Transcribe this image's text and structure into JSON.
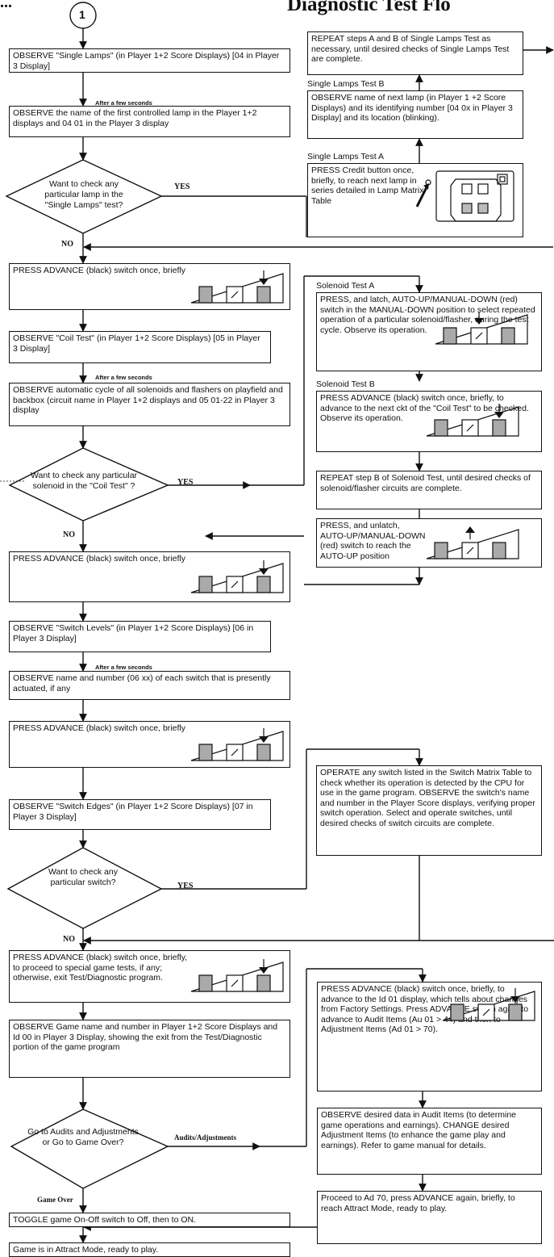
{
  "header": {
    "left_partial": "...",
    "right_title": "Diagnostic Test Flo",
    "start_connector": "1"
  },
  "boxes": {
    "b1": "OBSERVE \"Single Lamps\" (in Player 1+2 Score Displays) [04 in Player 3 Display]",
    "b2": "OBSERVE the name of the first controlled lamp in the Player 1+2 displays and 04  01 in the Player 3 display",
    "b3": "PRESS ADVANCE (black) switch once, briefly",
    "b4": "OBSERVE \"Coil Test\" (in Player 1+2 Score Displays) [05 in Player 3 Display]",
    "b5": "OBSERVE automatic cycle of all solenoids and flashers on playfield and backbox (circuit name in Player 1+2 displays and 05  01-22 in Player 3 display",
    "b6": "PRESS ADVANCE (black) switch once, briefly",
    "b7": "OBSERVE \"Switch Levels\" (in Player 1+2 Score Displays) [06 in Player 3 Display]",
    "b8": "OBSERVE name and number (06  xx) of each switch that is presently actuated, if any",
    "b9": "PRESS ADVANCE (black) switch once, briefly",
    "b10": "OBSERVE \"Switch Edges\" (in Player 1+2 Score Displays) [07 in Player 3 Display]",
    "b11": "PRESS ADVANCE (black) switch once, briefly, to proceed to special game tests, if any; otherwise, exit Test/Diagnostic program.",
    "b12": "OBSERVE Game name and number in Player 1+2 Score Displays and Id  00 in Player 3 Display, showing the exit from the Test/Diagnostic portion of the game program",
    "b13": "TOGGLE game On-Off switch to Off, then to ON.",
    "b14": "Game is in Attract Mode, ready to play.",
    "r1": "REPEAT steps A and B of Single Lamps Test as necessary, until desired checks of Single Lamps Test are complete.",
    "r2": "OBSERVE name of next lamp (in Player 1 +2 Score Displays) and its identifying number [04  0x in Player 3 Display] and its location (blinking).",
    "r3": "PRESS Credit button once, briefly, to reach next lamp in series detailed in Lamp Matrix Table",
    "r4": "PRESS, and latch, AUTO-UP/MANUAL-DOWN (red) switch in the MANUAL-DOWN position to select repeated operation of a particular solenoid/flasher, during the test cycle. Observe its operation.",
    "r5": "PRESS ADVANCE (black) switch once, briefly, to advance to the next ckt of the \"Coil Test\" to be checked.  Observe its operation.",
    "r6": "REPEAT step B of Solenoid Test, until desired checks of solenoid/flasher circuits are complete.",
    "r7": "PRESS, and unlatch, AUTO-UP/MANUAL-DOWN (red) switch to reach the AUTO-UP position",
    "r8": "OPERATE any switch listed in the Switch Matrix Table to check whether its operation is detected by the CPU for use in the game program.  OBSERVE the switch's name and number in the Player Score displays, verifying proper switch operation.  Select and operate switches, until desired checks of switch circuits are complete.",
    "r9": "PRESS ADVANCE (black) switch once, briefly, to advance to the Id  01 display, which tells about changes from Factory Settings.  Press ADVANCE switch again to advance to Audit Items (Au  01 > 44) and then to Adjustment Items (Ad 01 > 70).",
    "r10": "OBSERVE desired data in Audit Items (to determine game operations and earnings). CHANGE desired Adjustment Items (to enhance the game play and earnings).  Refer to game manual for details.",
    "r11": "Proceed to Ad 70, press ADVANCE again, briefly, to reach Attract Mode, ready to play."
  },
  "decisions": {
    "d1": "Want to check any particular lamp in the \"Single Lamps\" test?",
    "d2": "Want to check any particular solenoid in the \"Coil Test\" ?",
    "d3": "Want to check any particular switch?",
    "d4": "Go to Audits and Adjustments or Go to Game Over?"
  },
  "labels": {
    "yes": "YES",
    "no": "NO",
    "after_few_seconds": "After a few seconds",
    "single_lamps_test_a": "Single Lamps Test A",
    "single_lamps_test_b": "Single Lamps Test B",
    "solenoid_test_a": "Solenoid Test A",
    "solenoid_test_b": "Solenoid Test B",
    "audits_adjustments": "Audits/Adjustments",
    "game_over": "Game Over"
  }
}
